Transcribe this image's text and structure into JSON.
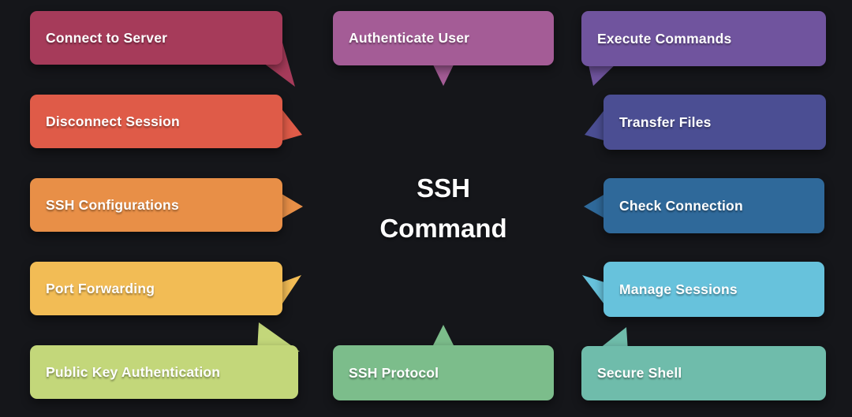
{
  "background": "#15161a",
  "title": {
    "line1": "SSH",
    "line2": "Command"
  },
  "nodes": [
    {
      "id": "connect-to-server",
      "label": "Connect to Server",
      "color": "#a63b5a"
    },
    {
      "id": "disconnect-session",
      "label": "Disconnect Session",
      "color": "#df5b48"
    },
    {
      "id": "ssh-configurations",
      "label": "SSH Configurations",
      "color": "#e88f47"
    },
    {
      "id": "port-forwarding",
      "label": "Port Forwarding",
      "color": "#f2bc55"
    },
    {
      "id": "public-key-authentication",
      "label": "Public Key Authentication",
      "color": "#c3d77a"
    },
    {
      "id": "authenticate-user",
      "label": "Authenticate User",
      "color": "#a45c96"
    },
    {
      "id": "ssh-protocol",
      "label": "SSH Protocol",
      "color": "#7cbd8b"
    },
    {
      "id": "execute-commands",
      "label": "Execute Commands",
      "color": "#70549e"
    },
    {
      "id": "transfer-files",
      "label": "Transfer Files",
      "color": "#4b4e93"
    },
    {
      "id": "check-connection",
      "label": "Check Connection",
      "color": "#2f699a"
    },
    {
      "id": "manage-sessions",
      "label": "Manage Sessions",
      "color": "#67c2dc"
    },
    {
      "id": "secure-shell",
      "label": "Secure Shell",
      "color": "#6fbcab"
    }
  ]
}
